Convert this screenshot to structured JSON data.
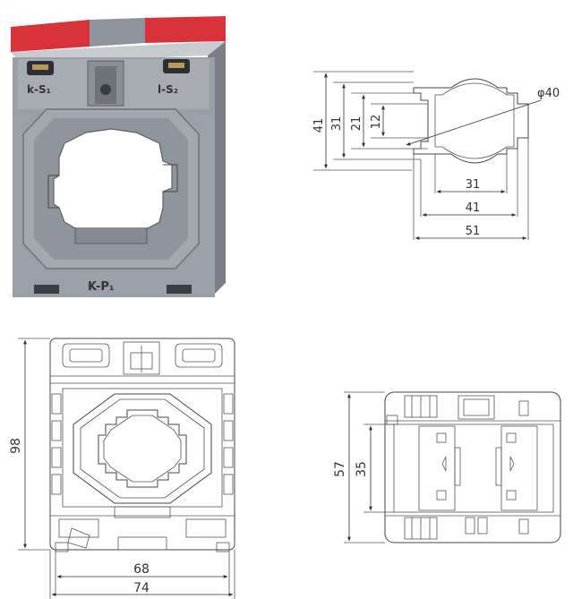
{
  "photo": {
    "terminal_left": "k-S₁",
    "terminal_right": "l-S₂",
    "primary_label": "K-P₁",
    "colors": {
      "cap": "#d8333b",
      "body": "#9aa0a8",
      "body_light": "#b4b9bf",
      "body_dark": "#7b8088"
    }
  },
  "front_view": {
    "height_label": "98",
    "inner_width_label": "68",
    "outer_width_label": "74"
  },
  "window_profile": {
    "heights": [
      "41",
      "31",
      "21",
      "12"
    ],
    "widths": [
      "31",
      "41",
      "51"
    ],
    "diameter_label": "φ40"
  },
  "side_view": {
    "outer_height_label": "57",
    "inner_height_label": "35"
  }
}
